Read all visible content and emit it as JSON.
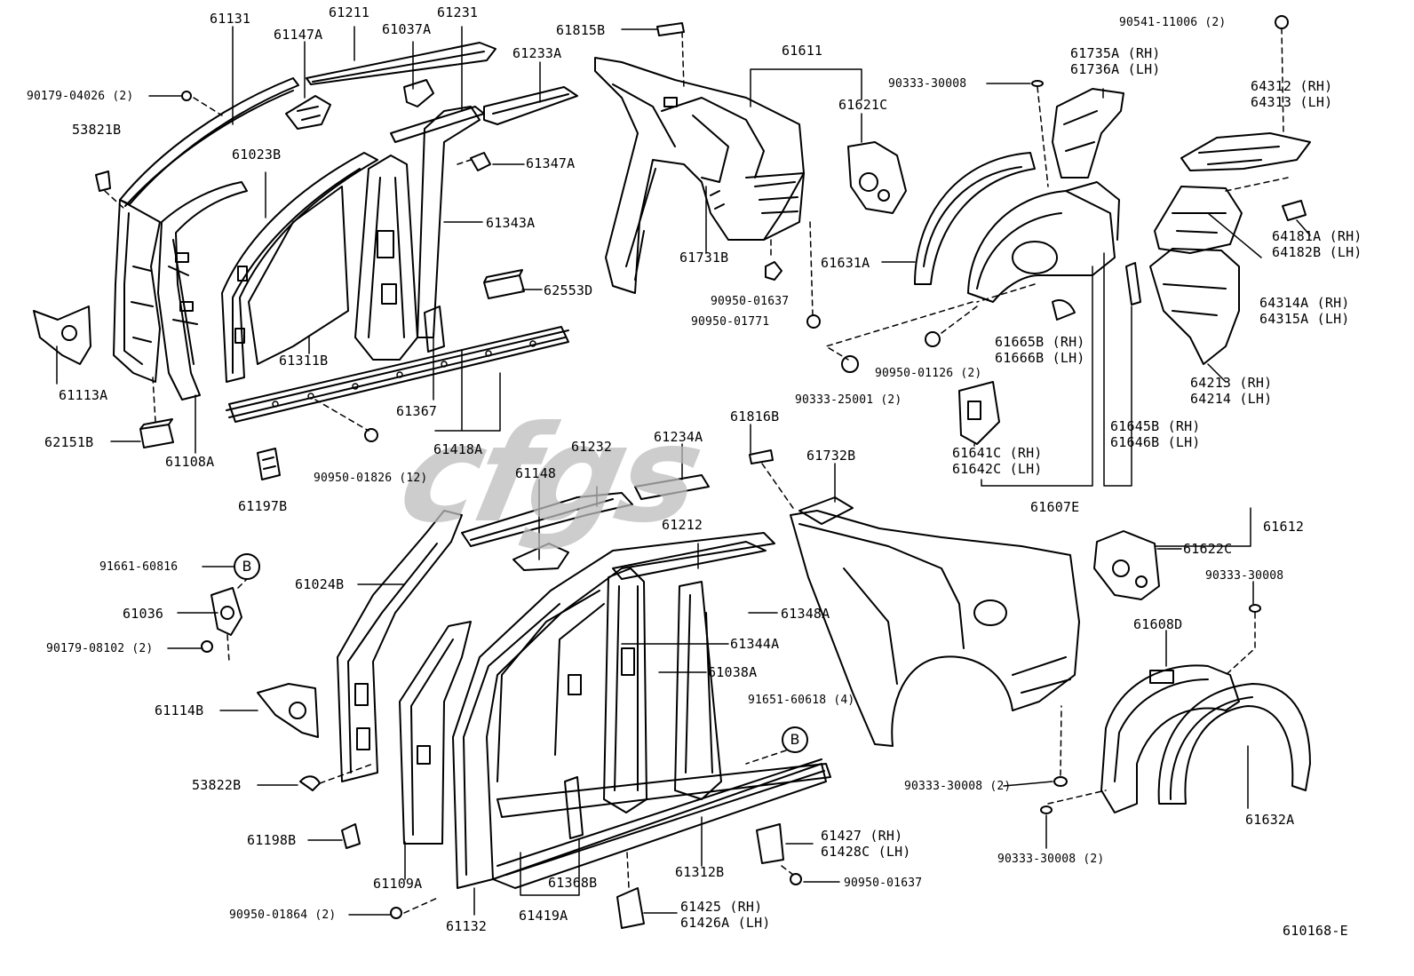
{
  "watermark": "cfgs",
  "diagram_code": "610168-E",
  "callout_b": "B",
  "labels": {
    "p61131": "61131",
    "p61211": "61211",
    "p61231": "61231",
    "p61147A": "61147A",
    "p61037A": "61037A",
    "p90179_04026": "90179-04026 (2)",
    "p53821B": "53821B",
    "p61023B": "61023B",
    "p61233A": "61233A",
    "p61347A": "61347A",
    "p61343A": "61343A",
    "p62553D": "62553D",
    "p61113A": "61113A",
    "p61311B": "61311B",
    "p61367": "61367",
    "p62151B": "62151B",
    "p61108A": "61108A",
    "p61418A": "61418A",
    "p90950_01826": "90950-01826 (12)",
    "p61197B": "61197B",
    "p61815B": "61815B",
    "p61611": "61611",
    "p61621C": "61621C",
    "p61731B": "61731B",
    "p90950_01637a": "90950-01637",
    "p90950_01771": "90950-01771",
    "p61631A": "61631A",
    "p90333_30008a": "90333-30008",
    "p90541_11006": "90541-11006 (2)",
    "p61735A": "61735A (RH)",
    "p61736A": "61736A (LH)",
    "p64312": "64312 (RH)",
    "p64313": "64313 (LH)",
    "p64181A": "64181A (RH)",
    "p64182B": "64182B (LH)",
    "p64314A": "64314A (RH)",
    "p64315A": "64315A (LH)",
    "p61665B": "61665B (RH)",
    "p61666B": "61666B (LH)",
    "p90950_01126": "90950-01126 (2)",
    "p90333_25001": "90333-25001 (2)",
    "p64213": "64213 (RH)",
    "p64214": "64214 (LH)",
    "p61645B": "61645B (RH)",
    "p61646B": "61646B (LH)",
    "p61641C": "61641C (RH)",
    "p61642C": "61642C (LH)",
    "p61607E": "61607E",
    "p61816B": "61816B",
    "p61732B": "61732B",
    "p61232": "61232",
    "p61234A": "61234A",
    "p61148": "61148",
    "p91661_60816": "91661-60816",
    "p61036": "61036",
    "p90179_08102": "90179-08102 (2)",
    "p61024B": "61024B",
    "p61212": "61212",
    "p61348A": "61348A",
    "p61344A": "61344A",
    "p61038A": "61038A",
    "p61114B": "61114B",
    "p91651_60618": "91651-60618 (4)",
    "p53822B": "53822B",
    "p61198B": "61198B",
    "p61109A": "61109A",
    "p90950_01864": "90950-01864 (2)",
    "p61132": "61132",
    "p61419A": "61419A",
    "p61368B": "61368B",
    "p61312B": "61312B",
    "p61425": "61425  (RH)",
    "p61426A": "61426A (LH)",
    "p61427": "61427  (RH)",
    "p61428C": "61428C (LH)",
    "p90950_01637b": "90950-01637",
    "p61612": "61612",
    "p61622C": "61622C",
    "p90333_30008b": "90333-30008",
    "p61608D": "61608D",
    "p90333_30008c": "90333-30008 (2)",
    "p90333_30008d": "90333-30008 (2)",
    "p61632A": "61632A"
  }
}
